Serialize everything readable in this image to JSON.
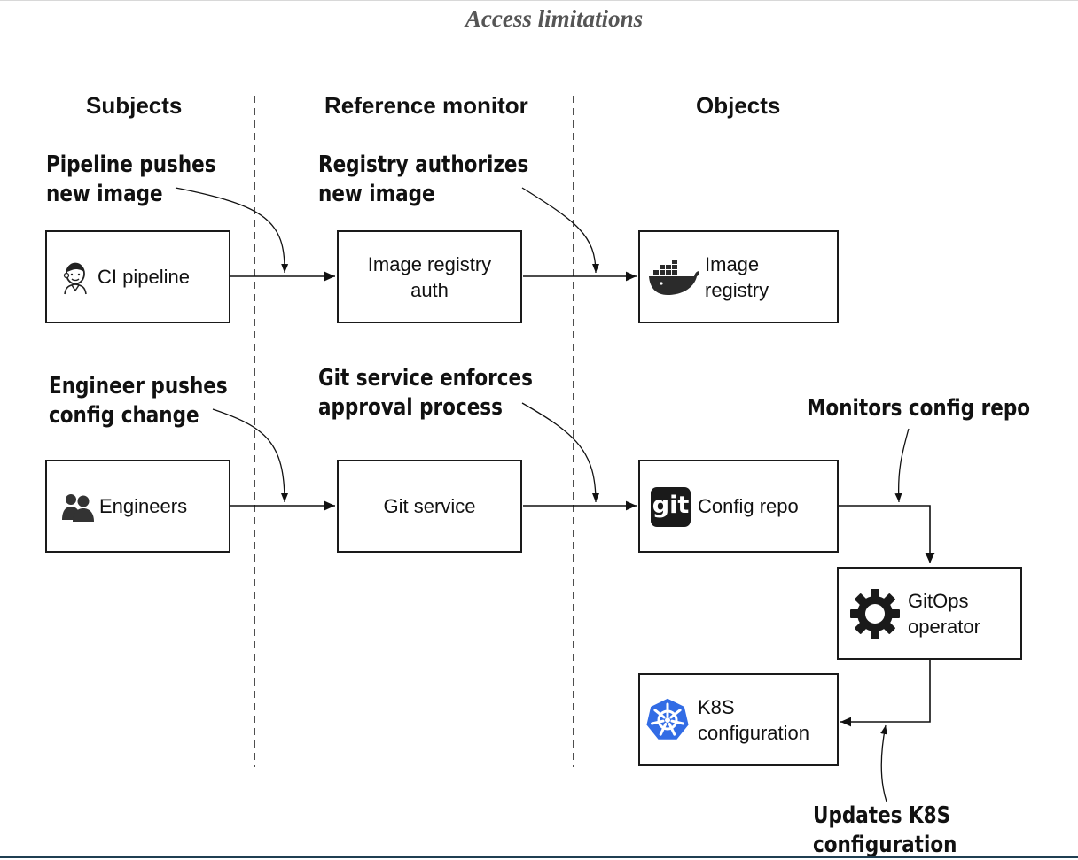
{
  "title": "Access limitations",
  "columns": {
    "subjects": "Subjects",
    "reference_monitor": "Reference monitor",
    "objects": "Objects"
  },
  "annotations": {
    "pipeline_line1": "Pipeline pushes",
    "pipeline_line2": "new image",
    "registry_line1": "Registry authorizes",
    "registry_line2": "new image",
    "engineer_line1": "Engineer pushes",
    "engineer_line2": "config change",
    "git_line1": "Git service enforces",
    "git_line2": "approval process",
    "monitors": "Monitors config repo",
    "updates_line1": "Updates K8S",
    "updates_line2": "configuration"
  },
  "boxes": {
    "ci_pipeline": "CI pipeline",
    "image_registry_auth_line1": "Image registry",
    "image_registry_auth_line2": "auth",
    "image_registry_line1": "Image",
    "image_registry_line2": "registry",
    "engineers": "Engineers",
    "git_service": "Git service",
    "config_repo": "Config repo",
    "gitops_line1": "GitOps",
    "gitops_line2": "operator",
    "k8s_line1": "K8S",
    "k8s_line2": "configuration"
  },
  "icons": {
    "git_logo_text": "git",
    "jenkins": "jenkins-icon",
    "engineers": "people-icon",
    "docker": "docker-whale-icon",
    "git": "git-logo-icon",
    "gear": "gear-icon",
    "kubernetes": "kubernetes-helm-icon"
  },
  "colors": {
    "kubernetes_blue": "#326ce5",
    "title_gray": "#555555"
  }
}
